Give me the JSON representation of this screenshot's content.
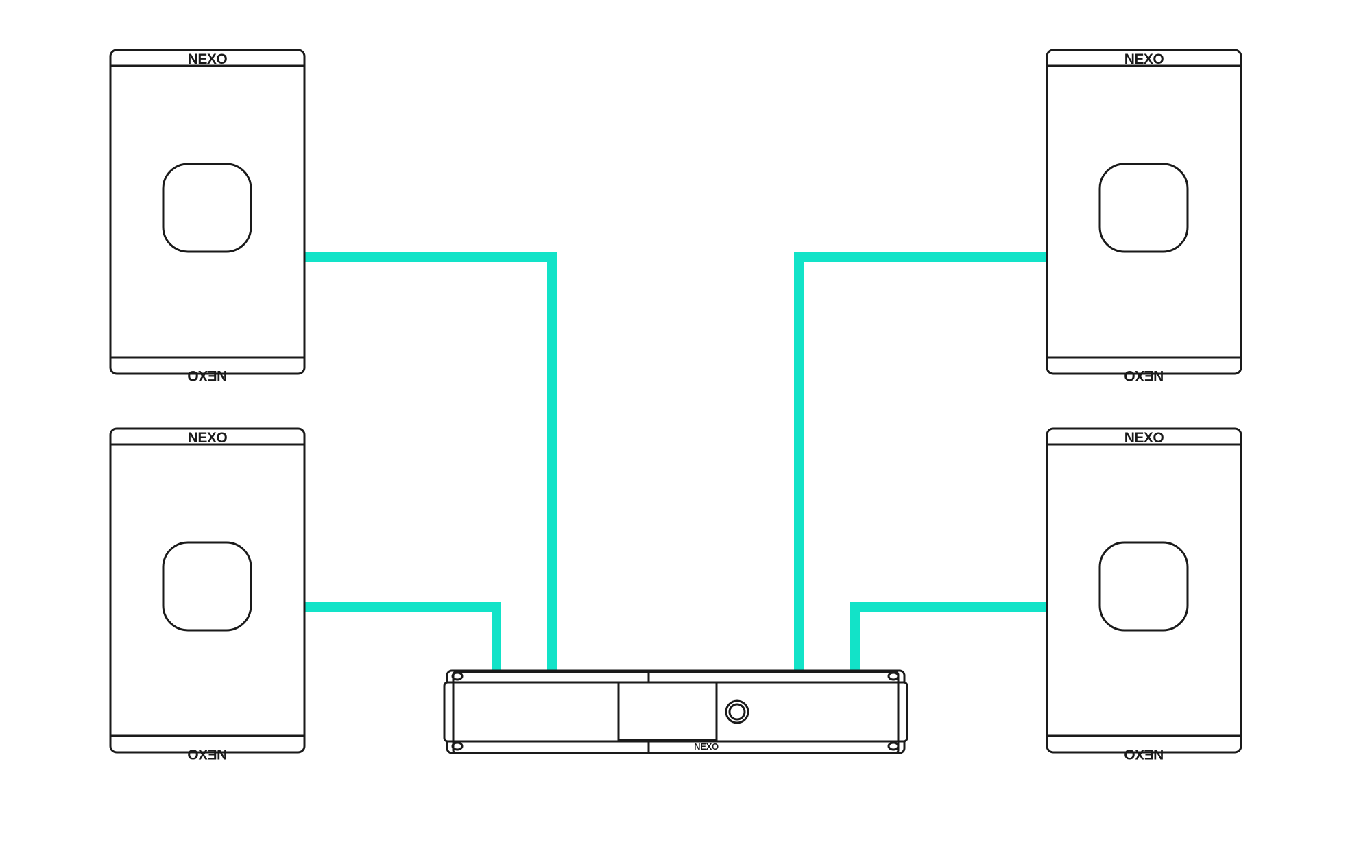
{
  "brand": {
    "name": "NEXO"
  },
  "colors": {
    "cable": "#12e3c8",
    "outline": "#1a1a1a",
    "background": "#ffffff"
  },
  "speakers": [
    {
      "id": "speaker-top-left",
      "logo_top": "NEXO",
      "logo_bottom": "NEXO"
    },
    {
      "id": "speaker-bottom-left",
      "logo_top": "NEXO",
      "logo_bottom": "NEXO"
    },
    {
      "id": "speaker-top-right",
      "logo_top": "NEXO",
      "logo_bottom": "NEXO"
    },
    {
      "id": "speaker-bottom-right",
      "logo_top": "NEXO",
      "logo_bottom": "NEXO"
    }
  ],
  "amplifier": {
    "logo": "NEXO"
  }
}
